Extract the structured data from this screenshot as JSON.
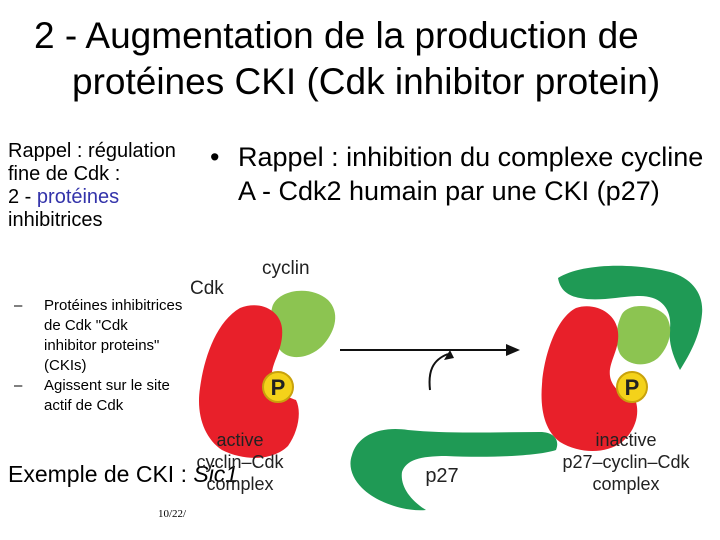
{
  "title": {
    "line1": "2 - Augmentation de la production de",
    "line2": "protéines CKI (Cdk inhibitor protein)"
  },
  "left": {
    "p1": "Rappel : régulation fine de Cdk :",
    "p2_prefix": "2 - ",
    "p2_highlight": "protéines",
    "p2_suffix": "inhibitrices",
    "sub_items": [
      "Protéines inhibitrices de Cdk \"Cdk inhibitor proteins\" (CKIs)",
      "Agissent sur le site actif de Cdk"
    ],
    "example_prefix": "Exemple de CKI : ",
    "example_italic": "Sic1",
    "date": "10/22/"
  },
  "bullet": {
    "text": "Rappel : inhibition du complexe cycline A - Cdk2 humain par une CKI (p27)"
  },
  "diagram": {
    "cyclin": "cyclin",
    "cdk": "Cdk",
    "p_left": "P",
    "p_right": "P",
    "active_l1": "active",
    "active_l2": "cyclin–Cdk",
    "active_l3": "complex",
    "p27": "p27",
    "inactive_l1": "inactive",
    "inactive_l2": "p27–cyclin–Cdk",
    "inactive_l3": "complex"
  },
  "colors": {
    "cdk": "#e8202a",
    "cyclin": "#8cc451",
    "p27": "#1f9a55",
    "phosphate": "#f4d21a",
    "highlight_text": "#3333aa"
  }
}
